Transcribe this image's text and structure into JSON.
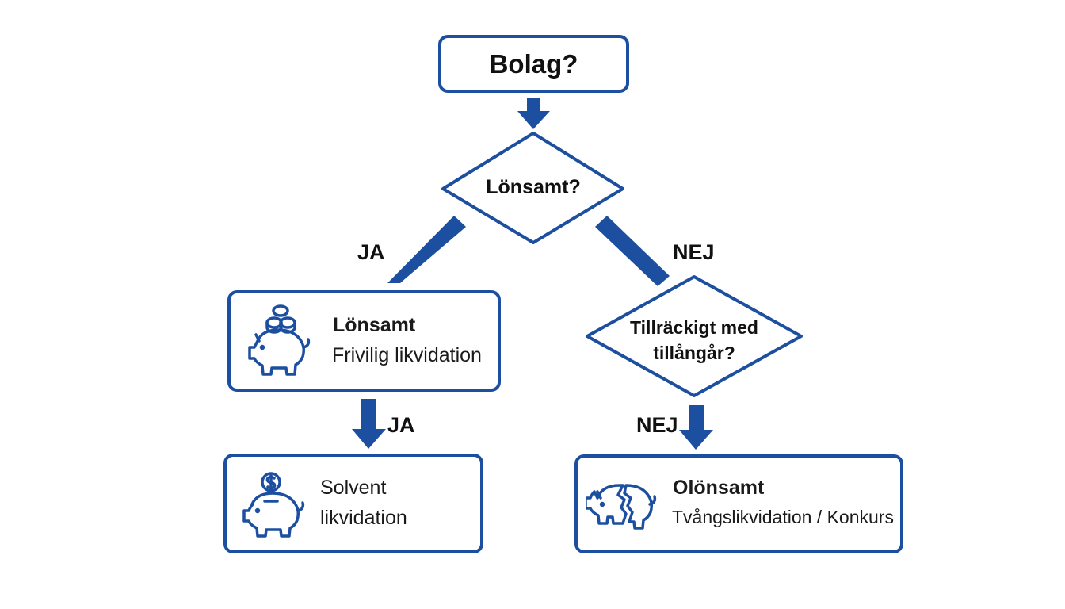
{
  "colors": {
    "stroke": "#1c4fa0",
    "text": "#111111",
    "background": "#ffffff"
  },
  "nodes": {
    "start": {
      "label": "Bolag?"
    },
    "decision_profitable": {
      "label": "Lönsamt?"
    },
    "decision_assets": {
      "line1": "Tillräckigt med",
      "line2": "tillångår?"
    },
    "profitable_box": {
      "title": "Lönsamt",
      "subtitle": "Frivilig likvidation",
      "icon": "piggy-bank-coins-icon"
    },
    "solvent_box": {
      "line1": "Solvent",
      "line2": "likvidation",
      "icon": "piggy-bank-dollar-icon"
    },
    "unprofitable_box": {
      "title": "Olönsamt",
      "subtitle": "Tvångslikvidation / Konkurs",
      "icon": "broken-piggy-bank-icon"
    }
  },
  "edge_labels": {
    "yes_left": "JA",
    "no_right": "NEJ",
    "yes_down": "JA",
    "no_down": "NEJ"
  }
}
